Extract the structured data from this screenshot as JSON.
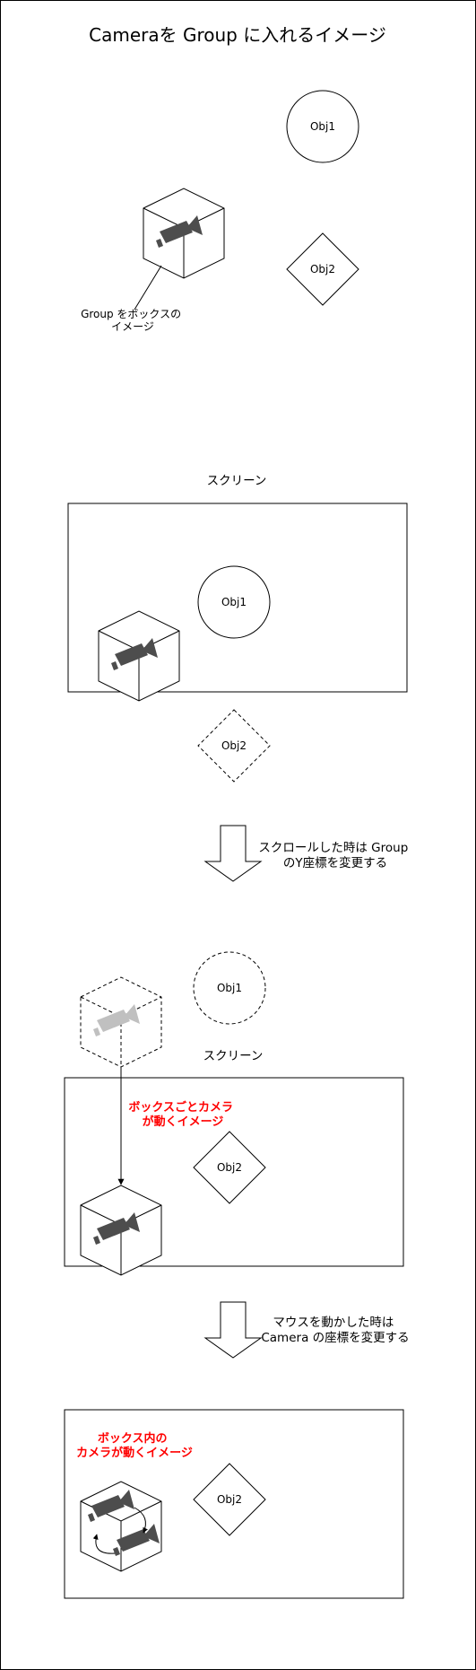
{
  "title": "Cameraを Group に入れるイメージ",
  "section1": {
    "obj1": "Obj1",
    "obj2": "Obj2",
    "group_label": [
      "Group をボックスの",
      "イメージ"
    ]
  },
  "section2": {
    "screen_label": "スクリーン",
    "obj1": "Obj1",
    "obj2": "Obj2"
  },
  "arrow1_caption": [
    "スクロールした時は Group",
    "のY座標を変更する"
  ],
  "section3": {
    "screen_label": "スクリーン",
    "obj1": "Obj1",
    "obj2": "Obj2",
    "note": [
      "ボックスごとカメラ",
      "が動くイメージ"
    ]
  },
  "arrow2_caption": [
    "マウスを動かした時は",
    "Camera の座標を変更する"
  ],
  "section4": {
    "obj2": "Obj2",
    "note": [
      "ボックス内の",
      "カメラが動くイメージ"
    ]
  },
  "colors": {
    "stroke": "#000000",
    "camera": "#4d4d4d",
    "camera_faded": "#c0c0c0",
    "highlight": "#ff0000"
  }
}
